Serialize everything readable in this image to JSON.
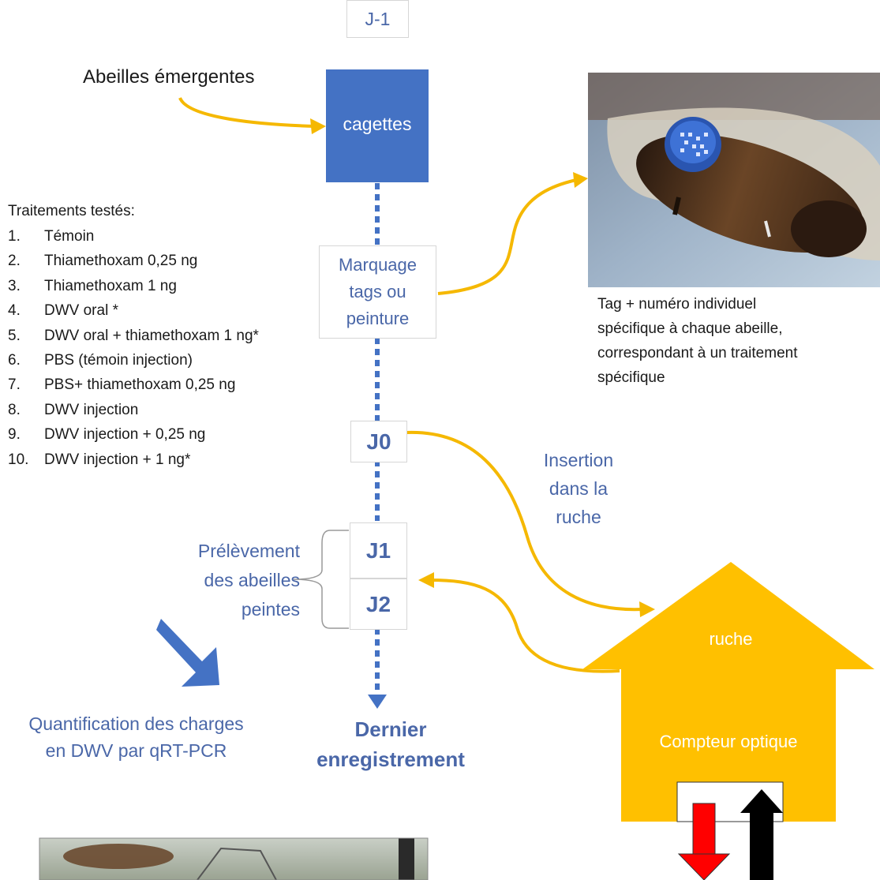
{
  "top_box": "J-1",
  "emerging_bees": "Abeilles émergentes",
  "cages": "cagettes",
  "treatments_title": "Traitements testés:",
  "treatments": [
    {
      "num": "1.",
      "label": "Témoin"
    },
    {
      "num": "2.",
      "label": "Thiamethoxam  0,25 ng"
    },
    {
      "num": "3.",
      "label": "Thiamethoxam 1 ng"
    },
    {
      "num": "4.",
      "label": "DWV oral *"
    },
    {
      "num": "5.",
      "label": "DWV oral + thiamethoxam 1 ng*"
    },
    {
      "num": "6.",
      "label": "PBS (témoin injection)"
    },
    {
      "num": "7.",
      "label": "PBS+ thiamethoxam 0,25 ng"
    },
    {
      "num": "8.",
      "label": "DWV injection"
    },
    {
      "num": "9.",
      "label": "DWV injection + 0,25 ng"
    },
    {
      "num": "10.",
      "label": "DWV injection + 1  ng*"
    }
  ],
  "marking": [
    "Marquage",
    "tags ou",
    "peinture"
  ],
  "tag_caption": [
    "Tag  + numéro individuel",
    "spécifique à chaque abeille,",
    "correspondant à un traitement",
    "spécifique"
  ],
  "day0": "J0",
  "insertion": [
    "Insertion",
    "dans la",
    "ruche"
  ],
  "day1": "J1",
  "day2": "J2",
  "sampling": [
    "Prélèvement",
    "des abeilles",
    "peintes"
  ],
  "quantification": [
    "Quantification des charges",
    "en DWV par qRT-PCR"
  ],
  "last_record": [
    "Dernier",
    "enregistrement"
  ],
  "hive": "ruche",
  "counter": "Compteur optique",
  "colors": {
    "blue_box": "#4472c4",
    "text_blue": "#4a67a8",
    "arrow_yellow": "#f5b800",
    "hive_yellow": "#ffc000",
    "out_arrow": "#ff0000",
    "in_arrow": "#000000"
  }
}
